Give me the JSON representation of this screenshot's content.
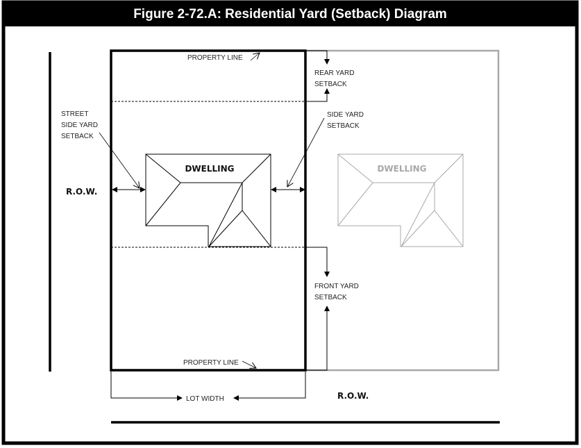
{
  "title": "Figure 2-72.A: Residential Yard (Setback) Diagram",
  "labels": {
    "property_line_top": "PROPERTY LINE",
    "property_line_bottom": "PROPERTY LINE",
    "rear_yard_1": "REAR YARD",
    "rear_yard_2": "SETBACK",
    "side_yard_1": "SIDE YARD",
    "side_yard_2": "SETBACK",
    "street_side_1": "STREET",
    "street_side_2": "SIDE YARD",
    "street_side_3": "SETBACK",
    "front_yard_1": "FRONT YARD",
    "front_yard_2": "SETBACK",
    "dwelling": "DWELLING",
    "dwelling_neighbor": "DWELLING",
    "row_left": "R.O.W.",
    "row_bottom": "R.O.W.",
    "lot_width": "LOT WIDTH"
  },
  "colors": {
    "lot": "#000000",
    "neighbor": "#a8a8a8"
  }
}
